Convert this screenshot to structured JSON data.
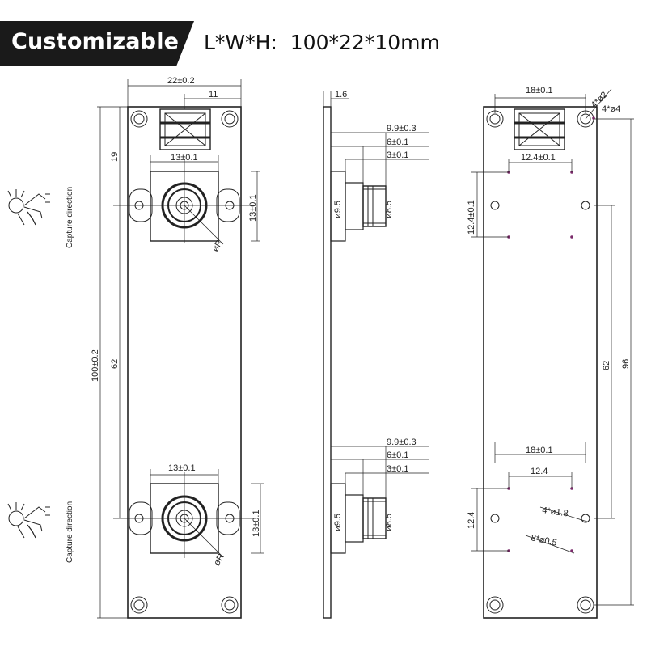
{
  "header": {
    "badge_label": "Customizable",
    "spec_label": "L*W*H:",
    "spec_value": "100*22*10mm"
  },
  "front_view": {
    "width_dim": "22±0.2",
    "offset_dim": "11",
    "connector_height": "19",
    "overall_length": "100±0.2",
    "lens_spacing": "62",
    "lens_top": {
      "width_dim": "13±0.1",
      "height_dim": "13±0.1",
      "radius_dim": "R"
    },
    "lens_bottom": {
      "width_dim": "13±0.1",
      "height_dim": "13±0.1",
      "radius_dim": "R"
    },
    "capture_label_top": "Capture direction",
    "capture_label_bottom": "Capture direction"
  },
  "side_view": {
    "board_thickness": "1.6",
    "top": {
      "d1": "9.9±0.3",
      "d2": "6±0.1",
      "d3": "3±0.1",
      "dia_outer": "ø9.5",
      "dia_inner": "ø8.5"
    },
    "bottom": {
      "d1": "9.9±0.3",
      "d2": "6±0.1",
      "d3": "3±0.1",
      "dia_outer": "ø9.5",
      "dia_inner": "ø8.5"
    }
  },
  "back_view": {
    "top_width": "18±0.1",
    "hole_small": "4*ø2",
    "hole_large": "4*ø4",
    "conn_dim": "12.4±0.1",
    "vert_dim_top": "12.4±0.1",
    "lens_spacing": "62",
    "hole_spacing": "96",
    "bottom_width": "18±0.1",
    "bottom_dim_h": "12.4",
    "bottom_dim_v": "12.4",
    "mount_holes": "4*ø1.8",
    "pad_holes": "8*ø0.5"
  },
  "colors": {
    "ink": "#222222",
    "badge_bg": "#1a1a1a",
    "accent_dots": "#7a2a6a"
  }
}
